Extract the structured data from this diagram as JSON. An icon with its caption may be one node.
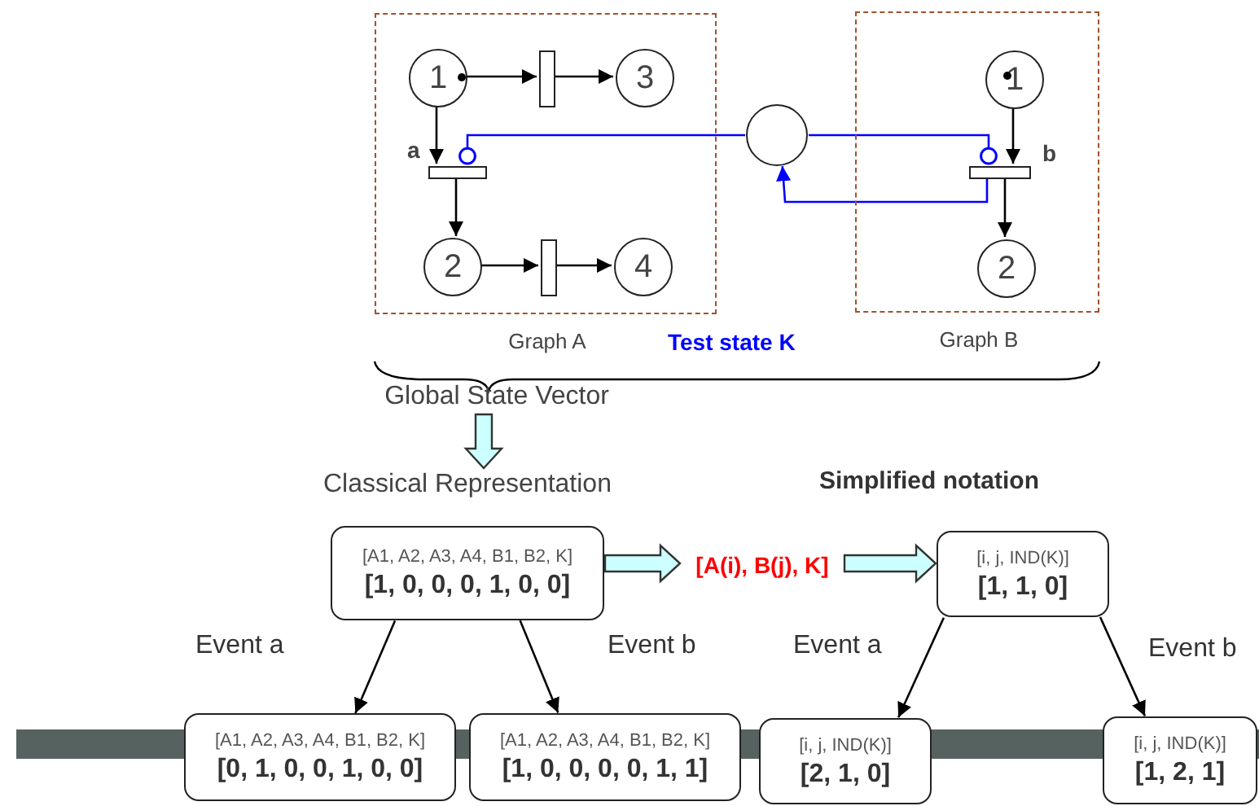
{
  "diagram": {
    "nodes": [
      {
        "text": [
          "Graph A"
        ]
      },
      {
        "text": [
          "1"
        ],
        "in": 0
      },
      {
        "text": [],
        "shape": "bar",
        "in": 0
      },
      {
        "text": [
          "3"
        ],
        "in": 0
      },
      {
        "text": [],
        "shape": "bar",
        "in": 0,
        "beside": [
          "a"
        ]
      },
      {
        "text": [
          "2"
        ],
        "in": 0
      },
      {
        "text": [],
        "shape": "bar",
        "in": 0
      },
      {
        "text": [
          "4"
        ],
        "in": 0
      },
      {
        "text": [
          "Graph B"
        ]
      },
      {
        "text": [
          "1"
        ],
        "in": 8
      },
      {
        "text": [],
        "shape": "bar",
        "in": 8,
        "beside": [
          "b"
        ]
      },
      {
        "text": [
          "2"
        ],
        "in": 8
      },
      {
        "text": [],
        "shape": "circle"
      },
      {
        "text": [
          "Global State Vector"
        ]
      },
      {
        "text": [
          "Classical Representation"
        ]
      },
      {
        "text": [
          "[A1, A2, A3, A4, B1, B2, K]",
          "[1, 0, 0, 0, 1, 0, 0]"
        ]
      },
      {
        "text": [
          "[A(i), B(j), K]"
        ]
      },
      {
        "text": [
          "[i, j, IND(K)]",
          "[1, 1, 0]"
        ]
      },
      {
        "text": [
          "[A1, A2, A3, A4, B1, B2, K]",
          "[0, 1, 0, 0, 1, 0, 0]"
        ]
      },
      {
        "text": [
          "[A1, A2, A3, A4, B1, B2, K]",
          "[1, 0, 0, 0, 0, 1, 1]"
        ]
      },
      {
        "text": [
          "[i, j, IND(K)]",
          "[2, 1, 0]"
        ]
      },
      {
        "text": [
          "[i, j, IND(K)]",
          "[1, 2, 1]"
        ]
      }
    ],
    "edges": [
      {
        "from": 1,
        "to": 2,
        "arrow": "to"
      },
      {
        "from": 2,
        "to": 3,
        "arrow": "to"
      },
      {
        "from": 1,
        "to": 4,
        "arrow": "to"
      },
      {
        "from": 4,
        "to": 5,
        "arrow": "to"
      },
      {
        "from": 5,
        "to": 6,
        "arrow": "to"
      },
      {
        "from": 6,
        "to": 7,
        "arrow": "to"
      },
      {
        "from": 9,
        "to": 10,
        "arrow": "to"
      },
      {
        "from": 10,
        "to": 11,
        "arrow": "to"
      },
      {
        "from": 12,
        "to": 4,
        "arrow": "other",
        "color": "#0000ff"
      },
      {
        "from": 12,
        "to": 10,
        "arrow": "other",
        "color": "#0000ff"
      },
      {
        "from": 10,
        "to": 12,
        "arrow": "to",
        "color": "#0000ff"
      },
      {
        "from": 13,
        "to": 14,
        "arrow": "to",
        "style": "thick",
        "color": "#ccffff"
      },
      {
        "from": 15,
        "to": 16,
        "arrow": "to",
        "style": "thick",
        "color": "#ccffff"
      },
      {
        "from": 16,
        "to": 17,
        "arrow": "to",
        "style": "thick",
        "color": "#ccffff"
      },
      {
        "from": 15,
        "to": 18,
        "arrow": "to",
        "label": "Event a"
      },
      {
        "from": 15,
        "to": 19,
        "arrow": "to",
        "label": "Event b"
      },
      {
        "from": 17,
        "to": 20,
        "arrow": "to",
        "label": "Event a"
      },
      {
        "from": 17,
        "to": 21,
        "arrow": "to",
        "label": "Event b"
      }
    ],
    "labels": [
      "Test state K",
      "Simplified notation"
    ]
  }
}
